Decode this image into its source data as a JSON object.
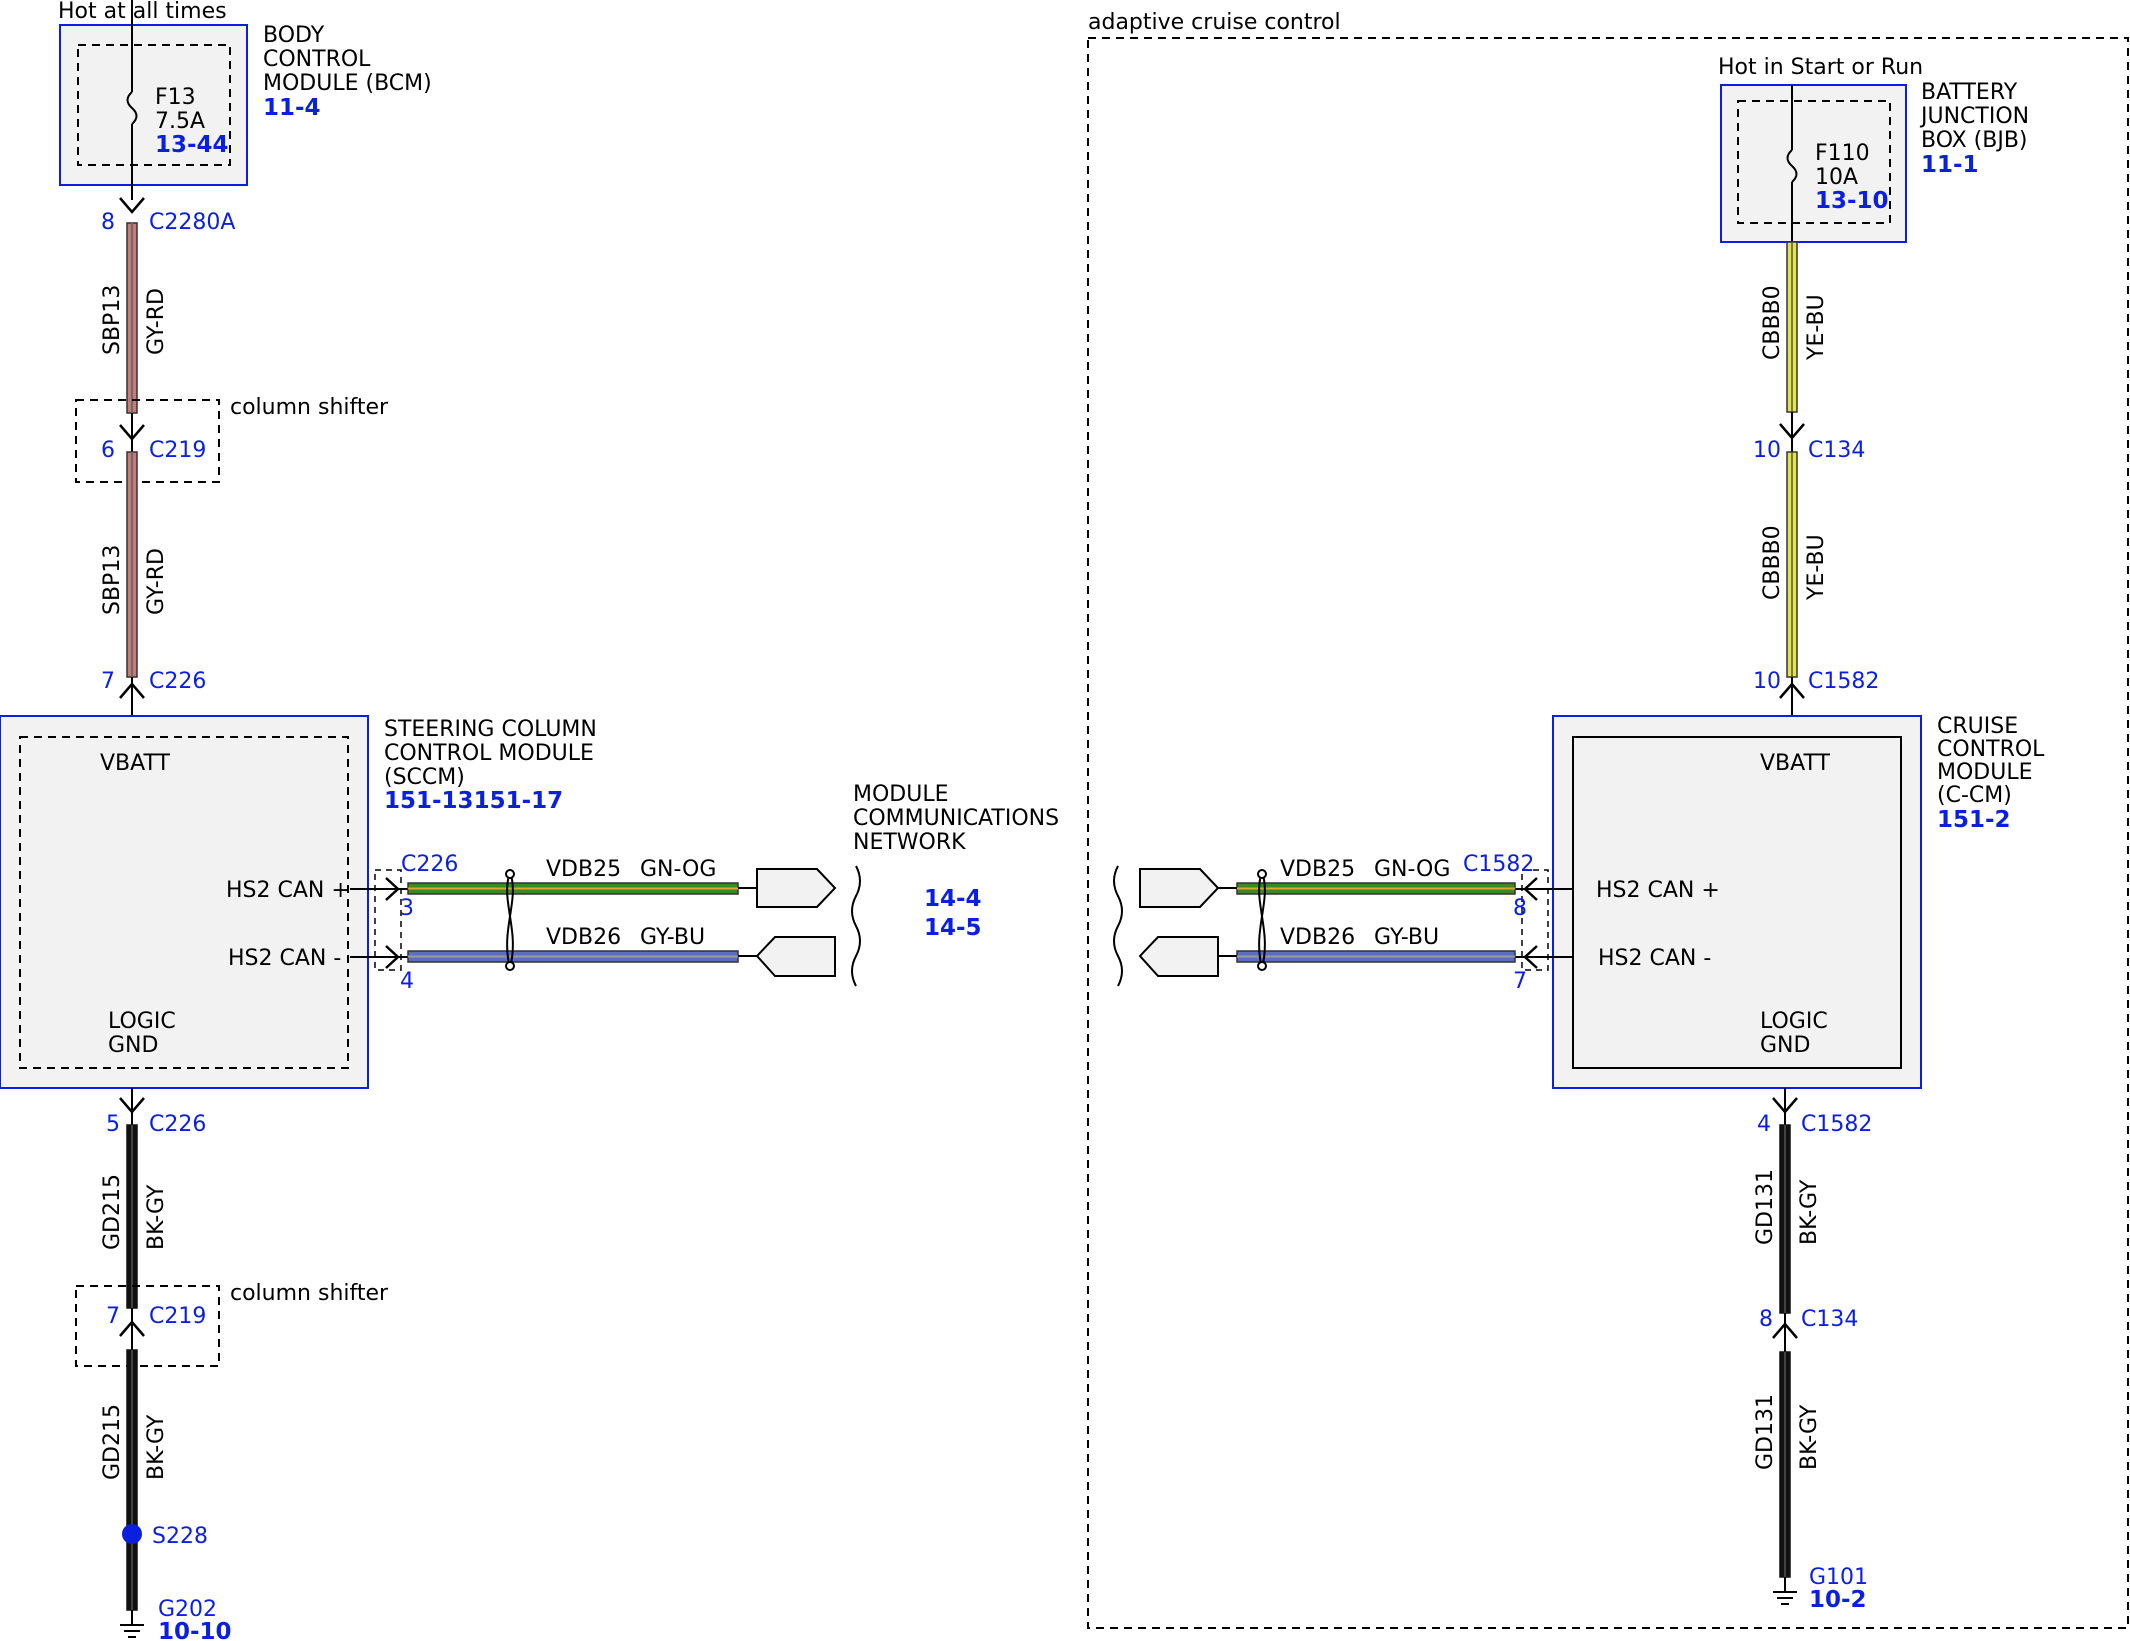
{
  "colors": {
    "blue": "#0b1fe0",
    "module_fill": "#f2f2f2",
    "wire_gy_rd": "#c97a74",
    "wire_ye_bu": "#e3e34a",
    "wire_gn_og": "#3b8a1e",
    "wire_gy_bu": "#5a6fbf",
    "wire_bk_gy": "#111111"
  },
  "left": {
    "bcm": {
      "power_label": "Hot at all times",
      "name_l1": "BODY",
      "name_l2": "CONTROL",
      "name_l3": "MODULE (BCM)",
      "ref": "11-4",
      "fuse_id": "F13",
      "fuse_rating": "7.5A",
      "fuse_ref": "13-44"
    },
    "c2280a": {
      "pin": "8",
      "connector": "C2280A"
    },
    "wire1": {
      "circuit": "SBP13",
      "color": "GY-RD"
    },
    "shifter1": {
      "label": "column shifter",
      "pin": "6",
      "connector": "C219"
    },
    "wire2": {
      "circuit": "SBP13",
      "color": "GY-RD"
    },
    "c226_top": {
      "pin": "7",
      "connector": "C226"
    },
    "sccm": {
      "name_l1": "STEERING COLUMN",
      "name_l2": "CONTROL MODULE",
      "name_l3": "(SCCM)",
      "ref": "151-13151-17",
      "vbatt": "VBATT",
      "hs2_plus": "HS2 CAN +",
      "hs2_minus": "HS2 CAN -",
      "logic": "LOGIC",
      "gnd": "GND"
    },
    "can_connector": "C226",
    "can_plus": {
      "pin": "3",
      "circuit": "VDB25",
      "color": "GN-OG"
    },
    "can_minus": {
      "pin": "4",
      "circuit": "VDB26",
      "color": "GY-BU"
    },
    "network": {
      "l1": "MODULE",
      "l2": "COMMUNICATIONS",
      "l3": "NETWORK",
      "ref1": "14-4",
      "ref2": "14-5"
    },
    "c226_bot": {
      "pin": "5",
      "connector": "C226"
    },
    "wire3": {
      "circuit": "GD215",
      "color": "BK-GY"
    },
    "shifter2": {
      "label": "column shifter",
      "pin": "7",
      "connector": "C219"
    },
    "wire4": {
      "circuit": "GD215",
      "color": "BK-GY"
    },
    "splice": "S228",
    "ground": {
      "id": "G202",
      "ref": "10-10"
    }
  },
  "right": {
    "section_label": "adaptive cruise control",
    "bjb": {
      "power_label": "Hot in Start or Run",
      "name_l1": "BATTERY",
      "name_l2": "JUNCTION",
      "name_l3": "BOX (BJB)",
      "ref": "11-1",
      "fuse_id": "F110",
      "fuse_rating": "10A",
      "fuse_ref": "13-10"
    },
    "wire1": {
      "circuit": "CBBB0",
      "color": "YE-BU"
    },
    "c134_top": {
      "pin": "10",
      "connector": "C134"
    },
    "wire2": {
      "circuit": "CBBB0",
      "color": "YE-BU"
    },
    "c1582_top": {
      "pin": "10",
      "connector": "C1582"
    },
    "ccm": {
      "name_l1": "CRUISE",
      "name_l2": "CONTROL",
      "name_l3": "MODULE",
      "name_l4": "(C-CM)",
      "ref": "151-2",
      "vbatt": "VBATT",
      "hs2_plus": "HS2 CAN +",
      "hs2_minus": "HS2 CAN -",
      "logic": "LOGIC",
      "gnd": "GND"
    },
    "can_connector": "C1582",
    "can_plus": {
      "pin": "8",
      "circuit": "VDB25",
      "color": "GN-OG"
    },
    "can_minus": {
      "pin": "7",
      "circuit": "VDB26",
      "color": "GY-BU"
    },
    "c1582_bot": {
      "pin": "4",
      "connector": "C1582"
    },
    "wire3": {
      "circuit": "GD131",
      "color": "BK-GY"
    },
    "c134_bot": {
      "pin": "8",
      "connector": "C134"
    },
    "wire4": {
      "circuit": "GD131",
      "color": "BK-GY"
    },
    "ground": {
      "id": "G101",
      "ref": "10-2"
    }
  }
}
